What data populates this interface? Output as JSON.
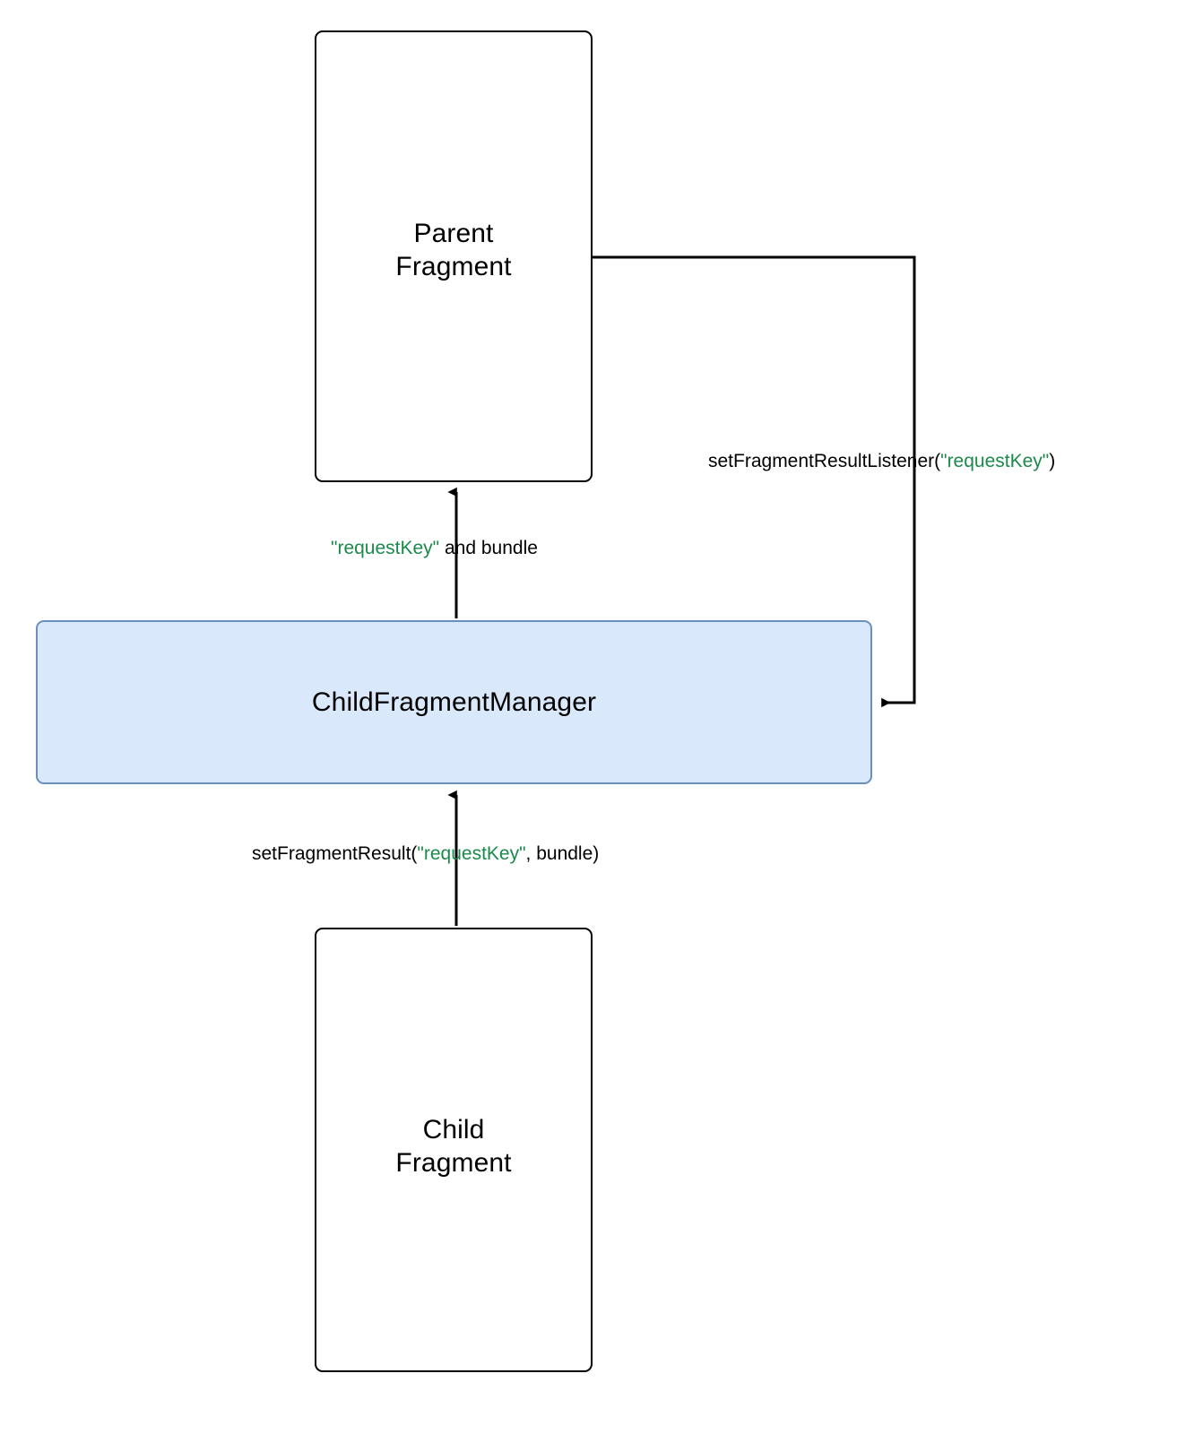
{
  "diagram": {
    "title": "Fragment Result API flow",
    "background": "#ffffff",
    "nodes": {
      "parent_fragment": {
        "label": "Parent\nFragment",
        "fill": "#ffffff",
        "stroke": "#000000"
      },
      "child_fragment_manager": {
        "label": "ChildFragmentManager",
        "fill": "#dae8fc",
        "stroke": "#6c8ebf"
      },
      "child_fragment": {
        "label": "Child\nFragment",
        "fill": "#ffffff",
        "stroke": "#000000"
      }
    },
    "edges": {
      "listener": {
        "from": "parent_fragment",
        "to": "child_fragment_manager",
        "prefix": "setFragmentResultListener(",
        "key": "\"requestKey\"",
        "suffix": ")"
      },
      "result_up": {
        "from": "child_fragment_manager",
        "to": "parent_fragment",
        "prefix": "",
        "key": "\"requestKey\"",
        "suffix": " and bundle"
      },
      "set_result": {
        "from": "child_fragment",
        "to": "child_fragment_manager",
        "prefix": "setFragmentResult(",
        "key": "\"requestKey\"",
        "suffix": ", bundle)"
      }
    },
    "colors": {
      "key_text": "#1b8a4b",
      "edge_stroke": "#000000",
      "node_text": "#000000"
    }
  }
}
